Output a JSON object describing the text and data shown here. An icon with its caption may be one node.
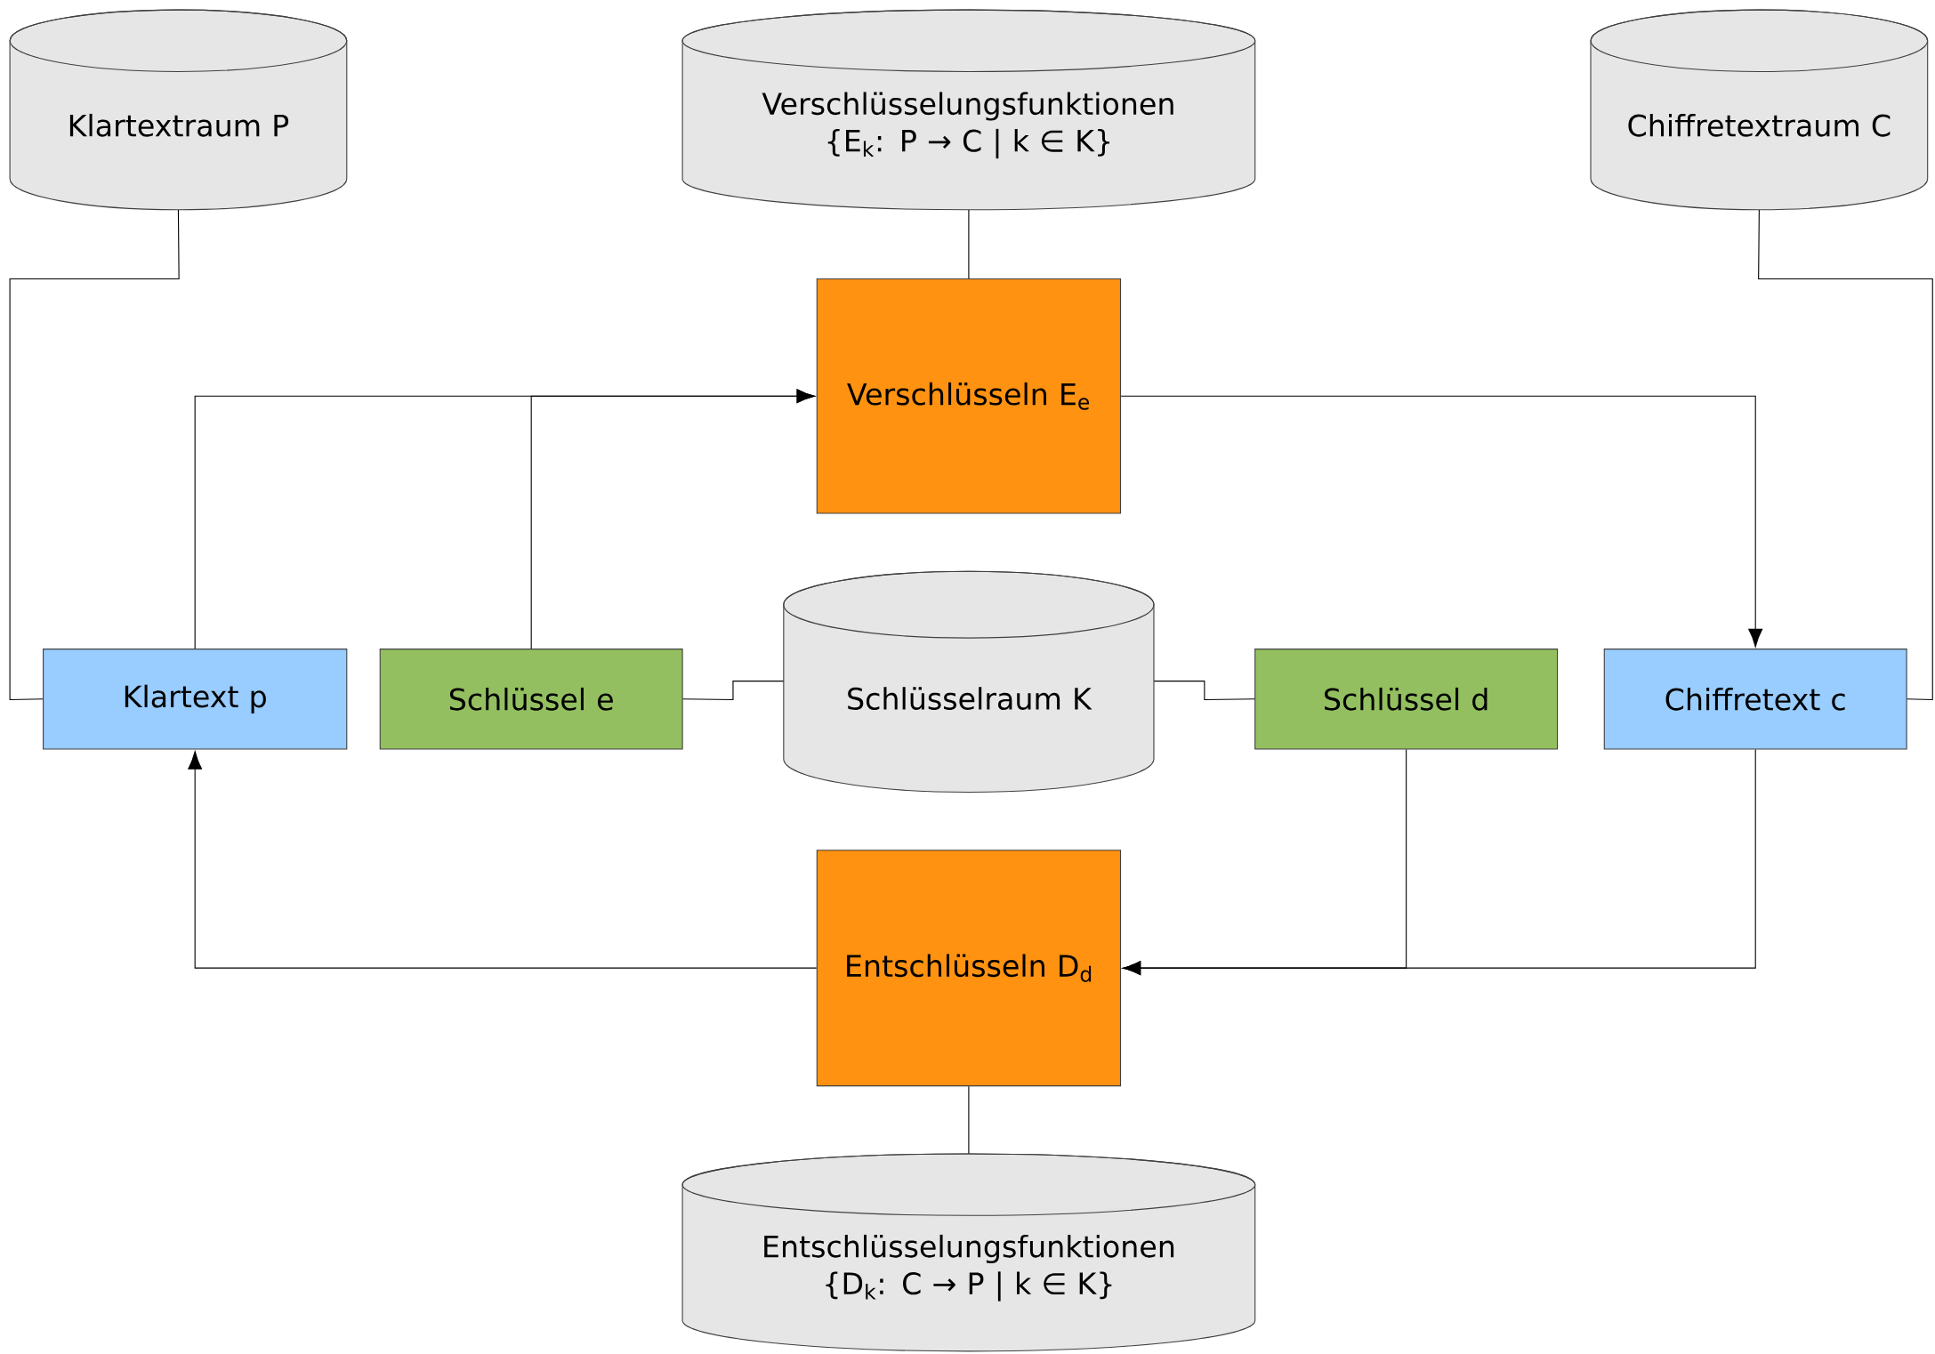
{
  "diagram": {
    "nodes": [
      {
        "text": [
          "Klartextraum P"
        ]
      },
      {
        "text": [
          "Verschlüsselungsfunktionen {E$_{k}$: P → C | k ∈ K}"
        ]
      },
      {
        "text": [
          "Chiffretextraum C"
        ]
      },
      {
        "text": [
          "Verschlüsseln E$_{e}$"
        ]
      },
      {
        "text": [
          "Klartext p"
        ]
      },
      {
        "text": [
          "Schlüssel e"
        ]
      },
      {
        "text": [
          "Schlüsselraum K"
        ]
      },
      {
        "text": [
          "Schlüssel d"
        ]
      },
      {
        "text": [
          "Chiffretext c"
        ]
      },
      {
        "text": [
          "Entschlüsseln D$_{d}$"
        ]
      },
      {
        "text": [
          "Entschlüsselungsfunktionen {D$_{k}$: C → P | k ∈ K}"
        ]
      }
    ],
    "edges": [
      {
        "from": 0,
        "to": 4,
        "arrow": "none"
      },
      {
        "from": 1,
        "to": 3,
        "arrow": "none"
      },
      {
        "from": 4,
        "to": 3,
        "arrow": "to"
      },
      {
        "from": 5,
        "to": 3,
        "arrow": "to"
      },
      {
        "from": 3,
        "to": 8,
        "arrow": "to"
      },
      {
        "from": 5,
        "to": 6,
        "arrow": "none"
      },
      {
        "from": 6,
        "to": 7,
        "arrow": "none"
      },
      {
        "from": 7,
        "to": 9,
        "arrow": "to"
      },
      {
        "from": 8,
        "to": 9,
        "arrow": "to"
      },
      {
        "from": 9,
        "to": 4,
        "arrow": "to"
      },
      {
        "from": 9,
        "to": 10,
        "arrow": "none"
      },
      {
        "from": 2,
        "to": 8,
        "arrow": "none"
      }
    ]
  }
}
